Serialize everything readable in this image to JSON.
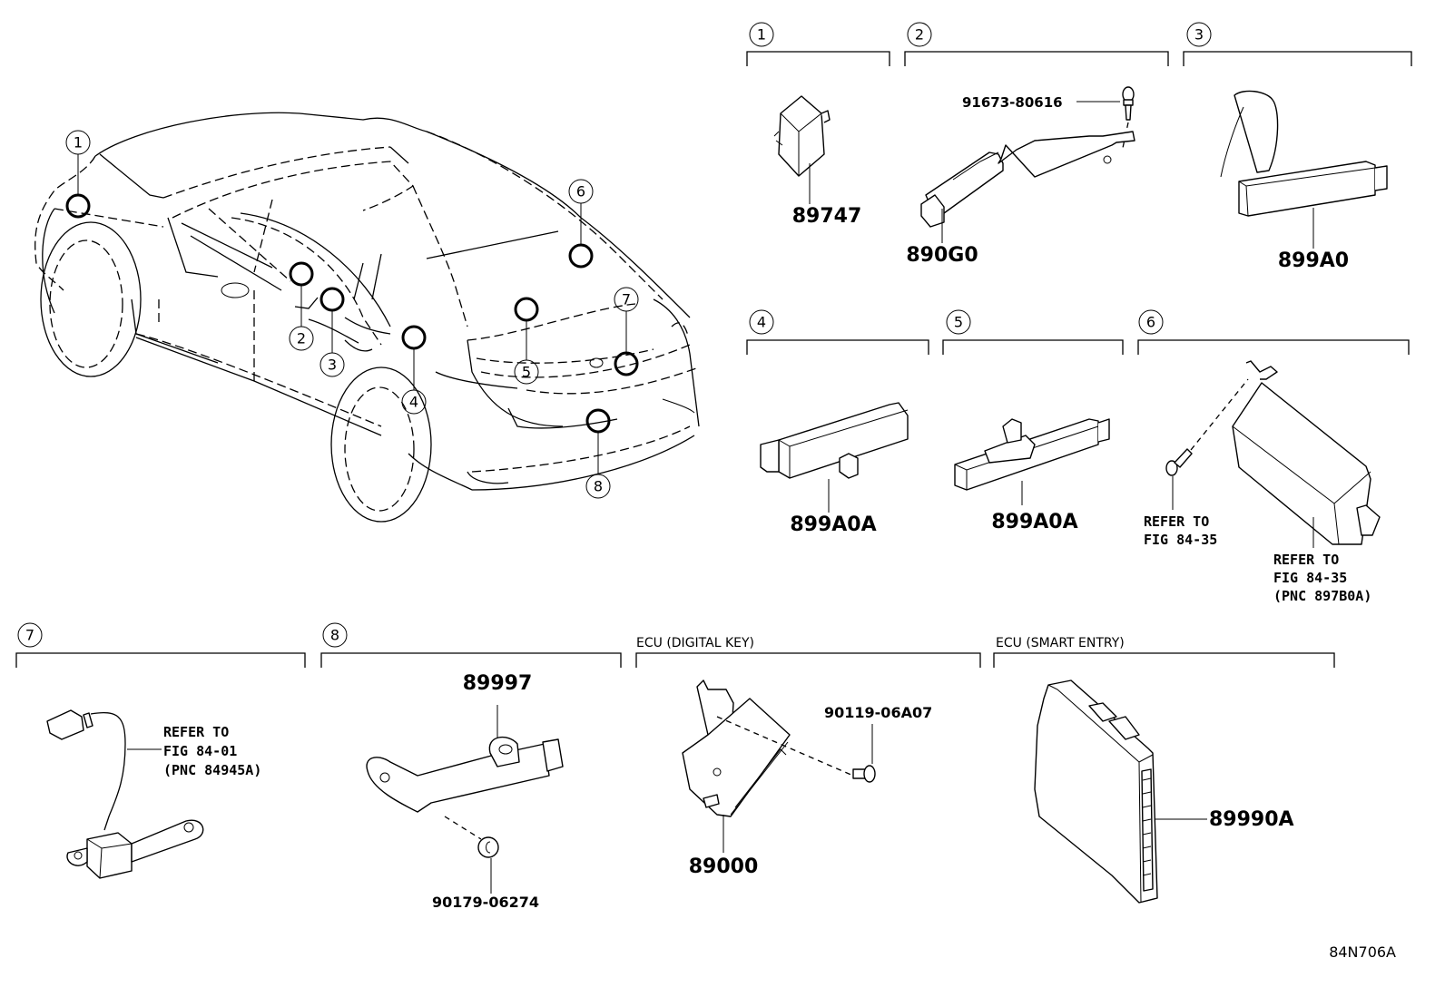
{
  "diagram": {
    "figure_code": "84N706A",
    "vehicle_callouts": [
      "1",
      "2",
      "3",
      "4",
      "5",
      "6",
      "7",
      "8"
    ],
    "sections": [
      {
        "id": "1",
        "label": "1",
        "parts": [
          {
            "number": "89747"
          }
        ]
      },
      {
        "id": "2",
        "label": "2",
        "parts": [
          {
            "number": "890G0"
          },
          {
            "number": "91673-80616"
          }
        ]
      },
      {
        "id": "3",
        "label": "3",
        "parts": [
          {
            "number": "899A0"
          }
        ]
      },
      {
        "id": "4",
        "label": "4",
        "parts": [
          {
            "number": "899A0A"
          }
        ]
      },
      {
        "id": "5",
        "label": "5",
        "parts": [
          {
            "number": "899A0A"
          }
        ]
      },
      {
        "id": "6",
        "label": "6",
        "refs": [
          {
            "line1": "REFER TO",
            "line2": "FIG 84-35"
          },
          {
            "line1": "REFER TO",
            "line2": "FIG 84-35",
            "line3": "(PNC 897B0A)"
          }
        ]
      },
      {
        "id": "7",
        "label": "7",
        "refs": [
          {
            "line1": "REFER TO",
            "line2": "FIG 84-01",
            "line3": "(PNC 84945A)"
          }
        ]
      },
      {
        "id": "8",
        "label": "8",
        "parts": [
          {
            "number": "89997"
          },
          {
            "number": "90179-06274"
          }
        ]
      },
      {
        "id": "ecu-digital-key",
        "label": "ECU (DIGITAL KEY)",
        "parts": [
          {
            "number": "89000"
          },
          {
            "number": "90119-06A07"
          }
        ]
      },
      {
        "id": "ecu-smart-entry",
        "label": "ECU (SMART ENTRY)",
        "parts": [
          {
            "number": "89990A"
          }
        ]
      }
    ]
  }
}
